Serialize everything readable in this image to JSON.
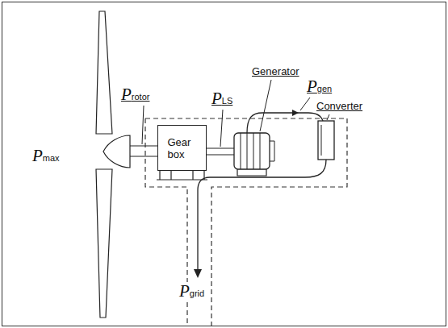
{
  "diagram": {
    "nodes": [
      {
        "text": [
          "Gear box"
        ]
      }
    ],
    "labels": [
      "Pmax",
      "Protor",
      "PLS",
      "Generator",
      "Pgen",
      "Converter",
      "Pgrid"
    ]
  }
}
